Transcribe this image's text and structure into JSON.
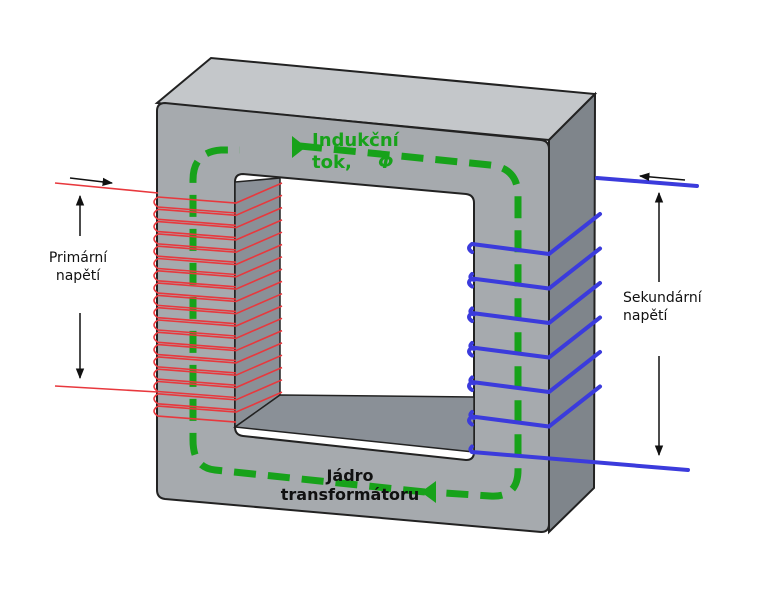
{
  "labels": {
    "flux_line1": "Indukční",
    "flux_line2": "tok,",
    "flux_symbol": "Φ",
    "core_line1": "Jádro",
    "core_line2": "transformátoru",
    "primary_line1": "Primární",
    "primary_line2": "napětí",
    "secondary_line1": "Sekundární",
    "secondary_line2": "napětí"
  },
  "colors": {
    "core_front": "#a6aaae",
    "core_top": "#c4c7ca",
    "core_side": "#7f858b",
    "window_wall": "#8a9097",
    "flux": "#17a21a",
    "primary_coil": "#e8383d",
    "secondary_coil": "#3b3bdc",
    "outline": "#222222"
  },
  "icons": {
    "flux_direction": "arrowhead-icon",
    "primary_current": "left-arrow-icon",
    "secondary_current": "right-arrow-icon"
  },
  "primary_coil": {
    "turns": 18
  },
  "secondary_coil": {
    "turns": 6
  }
}
